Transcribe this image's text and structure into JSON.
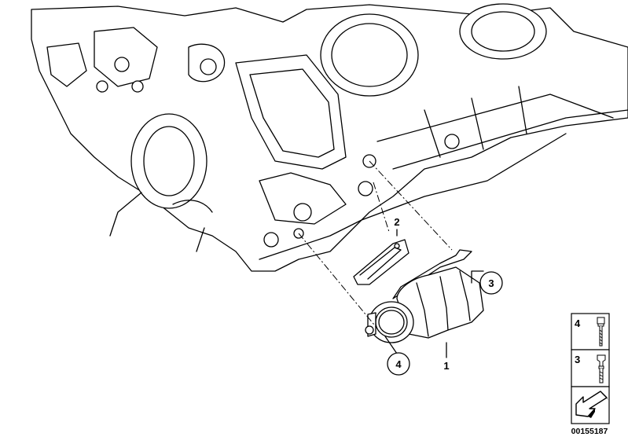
{
  "diagram": {
    "callouts": [
      {
        "id": "1",
        "label": "1"
      },
      {
        "id": "2",
        "label": "2"
      },
      {
        "id": "3",
        "label": "3"
      },
      {
        "id": "4",
        "label": "4"
      }
    ],
    "side_panel": {
      "items": [
        {
          "label": "4",
          "icon": "bolt-icon"
        },
        {
          "label": "3",
          "icon": "stud-bolt-icon"
        },
        {
          "label": "",
          "icon": "direction-arrow-icon"
        }
      ]
    },
    "document_number": "00155187"
  }
}
